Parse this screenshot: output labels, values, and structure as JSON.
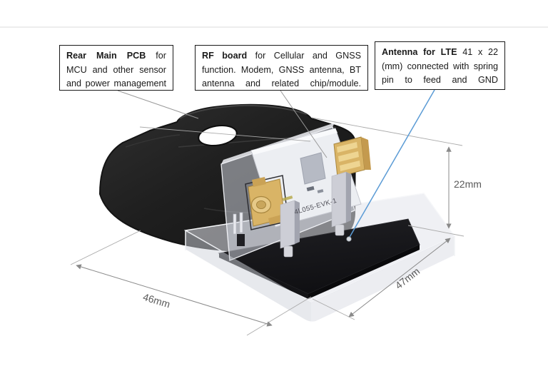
{
  "callouts": [
    {
      "id": "rear-main-pcb",
      "bold": "Rear Main PCB",
      "rest": " for MCU and other sensor and power management"
    },
    {
      "id": "rf-board",
      "bold": "RF board",
      "rest": " for Cellular and GNSS function. Modem, GNSS antenna, BT antenna and related chip/module."
    },
    {
      "id": "antenna-lte",
      "bold": "Antenna for LTE",
      "rest": " 41 x 22 (mm) connected with spring pin to feed and GND"
    }
  ],
  "dimensions": {
    "left_edge": "46mm",
    "right_edge": "47mm",
    "height": "22mm"
  },
  "device": {
    "pcb_silkscreen": "4L055-EVK-1"
  },
  "colors": {
    "leader_blue": "#5B9BD5",
    "dimension_gray": "#8a8a8a",
    "housing_black": "#1c1c1c",
    "connector_gold": "#d9b466",
    "pcb_white": "#eceef2"
  }
}
